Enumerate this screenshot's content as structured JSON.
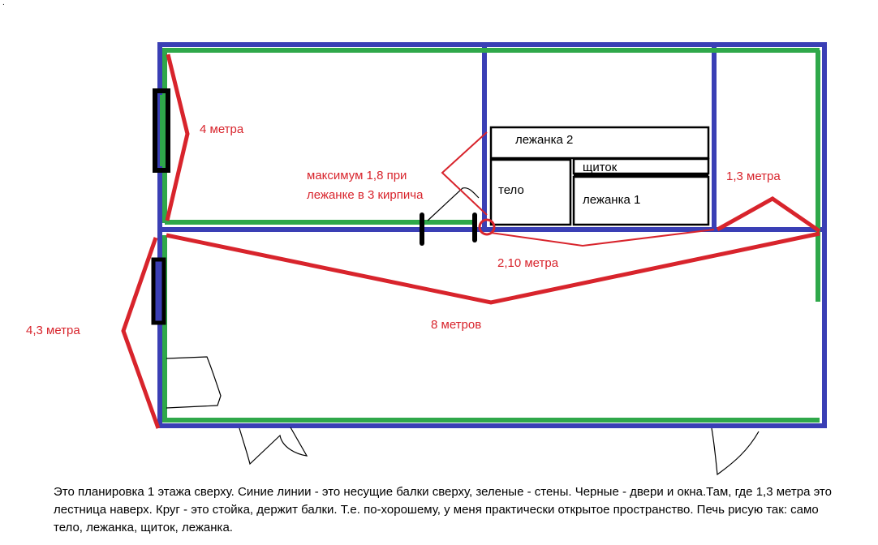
{
  "labels": {
    "dim_4m": "4 метра",
    "dim_43m": "4,3 метра",
    "dim_8m": "8 метров",
    "dim_210m": "2,10 метра",
    "dim_13m": "1,3 метра",
    "note_line1": "максимум 1,8 при",
    "note_line2": "лежанке в 3 кирпича"
  },
  "stove": {
    "lezhanka2": "лежанка 2",
    "shchitok": "щиток",
    "telo": "тело",
    "lezhanka1": "лежанка 1"
  },
  "caption": "Это планировка 1 этажа сверху. Синие линии - это несущие балки сверху, зеленые - стены. Черные - двери и окна.Там, где 1,3 метра это лестница наверх. Круг - это стойка, держит балки. Т.е. по-хорошему, у меня практически открытое пространство. Печь рисую так: само тело, лежанка, щиток, лежанка.",
  "corner_mark": ".",
  "colors": {
    "beams": "#3a3fb5",
    "walls": "#2fa84a",
    "doors_windows": "#000000",
    "dimensions": "#d8242c"
  }
}
